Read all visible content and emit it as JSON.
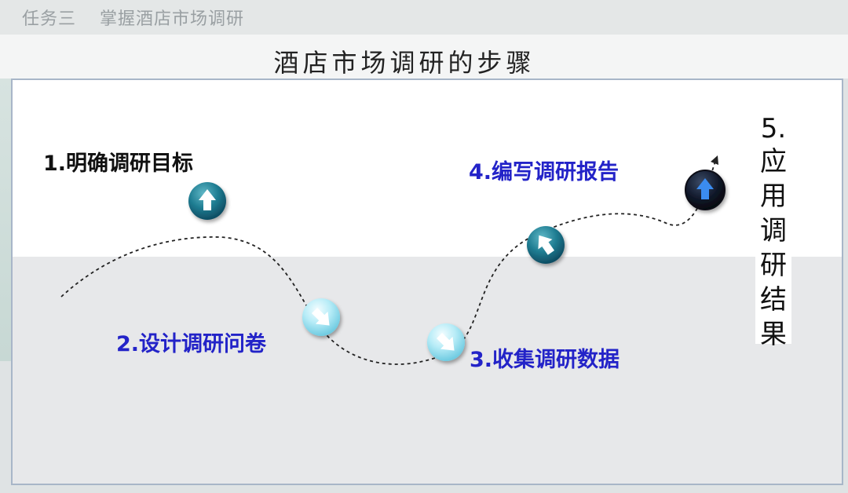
{
  "header": {
    "section": "任务三",
    "topic": "掌握酒店市场调研"
  },
  "title": "酒店市场调研的步骤",
  "steps": [
    {
      "label": "1.明确调研目标",
      "arrow": "up",
      "icon": "up-arrow-icon"
    },
    {
      "label": "2.设计调研问卷",
      "arrow": "down-right",
      "icon": "down-right-arrow-icon"
    },
    {
      "label": "3.收集调研数据",
      "arrow": "down-right",
      "icon": "down-right-arrow-icon"
    },
    {
      "label": "4.编写调研报告",
      "arrow": "up-left",
      "icon": "up-left-arrow-icon"
    },
    {
      "number": "5.",
      "chars": [
        "应",
        "用",
        "调",
        "研",
        "结",
        "果"
      ],
      "arrow": "up",
      "icon": "up-arrow-icon"
    }
  ],
  "colors": {
    "step_text_blue": "#2323c8",
    "step_text_black": "#111111",
    "teal_dark": "#1c6e86",
    "teal_light": "#9fe3f3",
    "dark_button": "#10182a",
    "panel_border": "#a8b6c8"
  }
}
